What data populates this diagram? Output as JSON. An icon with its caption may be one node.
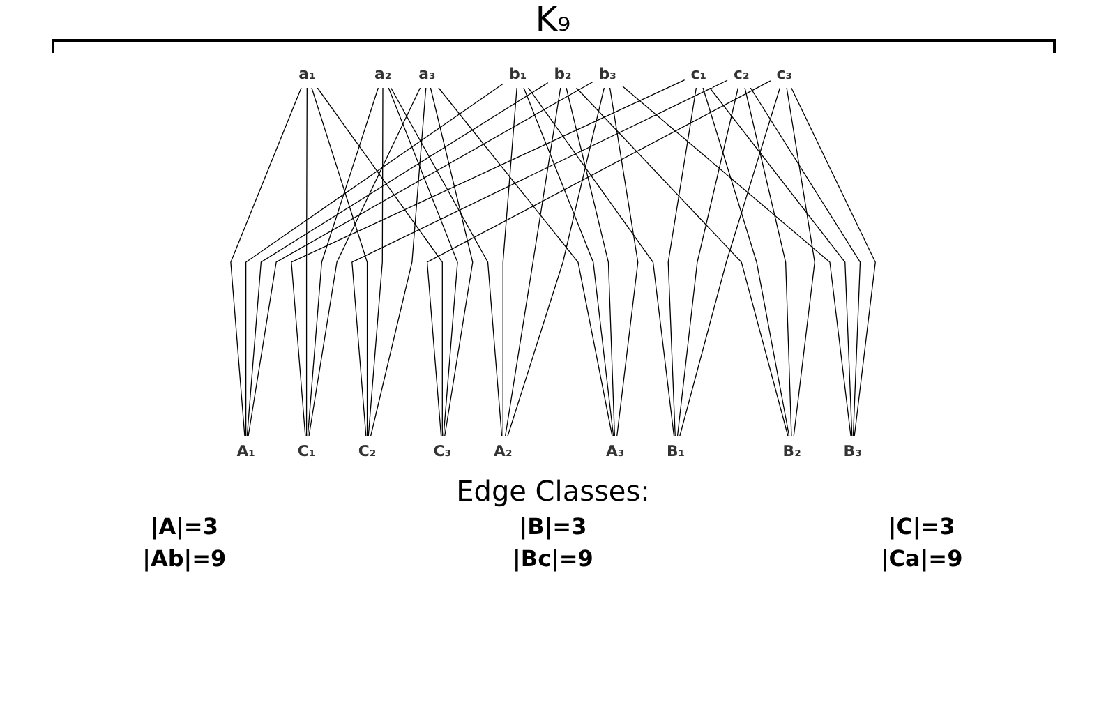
{
  "diagram": {
    "nodes": [
      {
        "text": [
          "a₁"
        ]
      },
      {
        "text": [
          "a₂"
        ]
      },
      {
        "text": [
          "a₃"
        ]
      },
      {
        "text": [
          "b₁"
        ]
      },
      {
        "text": [
          "b₂"
        ]
      },
      {
        "text": [
          "b₃"
        ]
      },
      {
        "text": [
          "c₁"
        ]
      },
      {
        "text": [
          "c₂"
        ]
      },
      {
        "text": [
          "c₃"
        ]
      },
      {
        "text": [
          "A₁"
        ]
      },
      {
        "text": [
          "A₂"
        ]
      },
      {
        "text": [
          "A₃"
        ]
      },
      {
        "text": [
          "B₁"
        ]
      },
      {
        "text": [
          "B₂"
        ]
      },
      {
        "text": [
          "B₃"
        ]
      },
      {
        "text": [
          "C₁"
        ]
      },
      {
        "text": [
          "C₂"
        ]
      },
      {
        "text": [
          "C₃"
        ]
      }
    ],
    "edges": [
      {
        "from": 0,
        "to": 9,
        "arrow": "none"
      },
      {
        "from": 1,
        "to": 10,
        "arrow": "none"
      },
      {
        "from": 2,
        "to": 11,
        "arrow": "none"
      },
      {
        "from": 3,
        "to": 12,
        "arrow": "none"
      },
      {
        "from": 4,
        "to": 13,
        "arrow": "none"
      },
      {
        "from": 5,
        "to": 14,
        "arrow": "none"
      },
      {
        "from": 6,
        "to": 15,
        "arrow": "none"
      },
      {
        "from": 7,
        "to": 16,
        "arrow": "none"
      },
      {
        "from": 8,
        "to": 17,
        "arrow": "none"
      },
      {
        "from": 3,
        "to": 9,
        "arrow": "none"
      },
      {
        "from": 3,
        "to": 10,
        "arrow": "none"
      },
      {
        "from": 3,
        "to": 11,
        "arrow": "none"
      },
      {
        "from": 4,
        "to": 9,
        "arrow": "none"
      },
      {
        "from": 4,
        "to": 10,
        "arrow": "none"
      },
      {
        "from": 4,
        "to": 11,
        "arrow": "none"
      },
      {
        "from": 5,
        "to": 9,
        "arrow": "none"
      },
      {
        "from": 5,
        "to": 10,
        "arrow": "none"
      },
      {
        "from": 5,
        "to": 11,
        "arrow": "none"
      },
      {
        "from": 6,
        "to": 12,
        "arrow": "none"
      },
      {
        "from": 6,
        "to": 13,
        "arrow": "none"
      },
      {
        "from": 6,
        "to": 14,
        "arrow": "none"
      },
      {
        "from": 7,
        "to": 12,
        "arrow": "none"
      },
      {
        "from": 7,
        "to": 13,
        "arrow": "none"
      },
      {
        "from": 7,
        "to": 14,
        "arrow": "none"
      },
      {
        "from": 8,
        "to": 12,
        "arrow": "none"
      },
      {
        "from": 8,
        "to": 13,
        "arrow": "none"
      },
      {
        "from": 8,
        "to": 14,
        "arrow": "none"
      },
      {
        "from": 0,
        "to": 15,
        "arrow": "none"
      },
      {
        "from": 0,
        "to": 16,
        "arrow": "none"
      },
      {
        "from": 0,
        "to": 17,
        "arrow": "none"
      },
      {
        "from": 1,
        "to": 15,
        "arrow": "none"
      },
      {
        "from": 1,
        "to": 16,
        "arrow": "none"
      },
      {
        "from": 1,
        "to": 17,
        "arrow": "none"
      },
      {
        "from": 2,
        "to": 15,
        "arrow": "none"
      },
      {
        "from": 2,
        "to": 16,
        "arrow": "none"
      },
      {
        "from": 2,
        "to": 17,
        "arrow": "none"
      }
    ],
    "labels": [
      "K₉",
      "Edge Classes:",
      "|A|=3",
      "|B|=3",
      "|C|=3",
      "|Ab|=9",
      "|Bc|=9",
      "|Ca|=9"
    ]
  }
}
